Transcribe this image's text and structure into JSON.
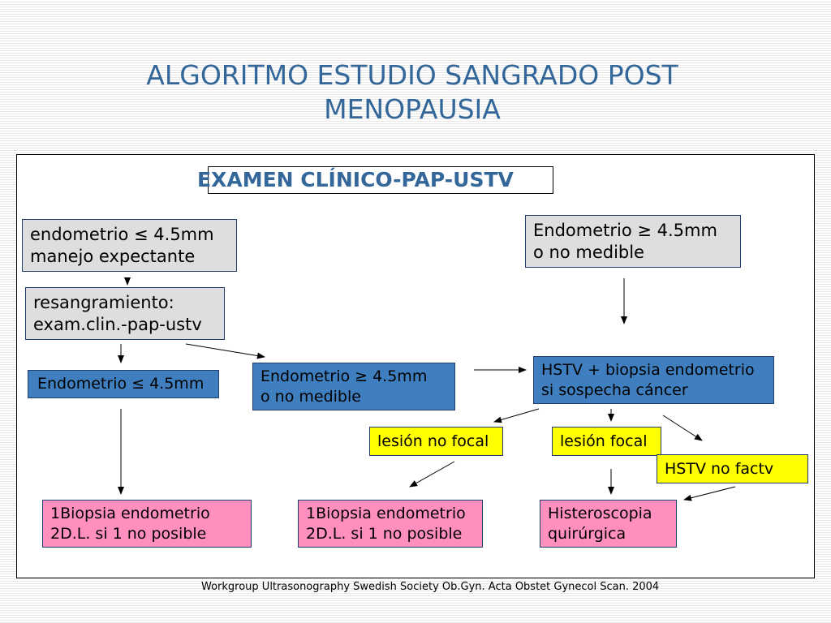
{
  "title": {
    "line1": "ALGORITMO ESTUDIO SANGRADO POST",
    "line2": "MENOPAUSIA"
  },
  "subtitle": "EXAMEN CLÍNICO-PAP-USTV",
  "boxes": {
    "thin_expectant": {
      "line1": "endometrio ≤ 4.5mm",
      "line2": "manejo expectante"
    },
    "rebleed": {
      "line1": "resangramiento:",
      "line2": "exam.clin.-pap-ustv"
    },
    "thick_initial": {
      "line1": "Endometrio ≥ 4.5mm",
      "line2": "o no medible"
    },
    "thin_after": {
      "line1": "Endometrio ≤ 4.5mm"
    },
    "thick_after": {
      "line1": "Endometrio ≥ 4.5mm",
      "line2": "o no medible"
    },
    "hstv_biopsy": {
      "line1": "HSTV + biopsia endometrio",
      "line2": "si sospecha cáncer"
    },
    "nonfocal": {
      "line1": "lesión no focal"
    },
    "focal": {
      "line1": "lesión focal"
    },
    "hstv_nonfeasible": {
      "line1": "HSTV no factv"
    },
    "biopsy1": {
      "line1": "1Biopsia endometrio",
      "line2": "2D.L. si 1 no posible"
    },
    "biopsy2": {
      "line1": "1Biopsia endometrio",
      "line2": "2D.L. si 1 no posible"
    },
    "hysteroscopy": {
      "line1": "Histeroscopia",
      "line2": "quirúrgica"
    }
  },
  "colors": {
    "title": "#336699",
    "gray": "#dedede",
    "blue": "#3f7fbf",
    "yellow": "#ffff00",
    "pink": "#ff8fbf"
  },
  "footer": "Workgroup Ultrasonography Swedish Society Ob.Gyn. Acta Obstet Gynecol Scan. 2004"
}
